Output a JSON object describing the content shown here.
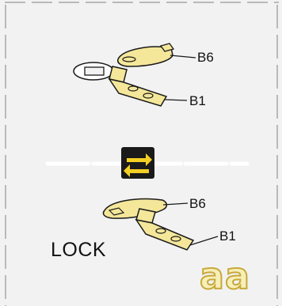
{
  "labels": {
    "top_b6": "B6",
    "top_b1": "B1",
    "bottom_b6": "B6",
    "bottom_b1": "B1"
  },
  "lock_text": "LOCK",
  "logo_text": "aa",
  "icons": {
    "swap": "swap-arrows-icon"
  },
  "colors": {
    "plate_fill": "#f4e79a",
    "plate_stroke": "#1a1a1a",
    "swap_icon_bg": "#1a1a1a",
    "swap_icon_arrows": "#f3cf25",
    "divider": "#ffffff",
    "border_dash": "#b9b9b9",
    "logo_fill": "#f6efb8",
    "logo_stroke": "#c8a93a"
  }
}
